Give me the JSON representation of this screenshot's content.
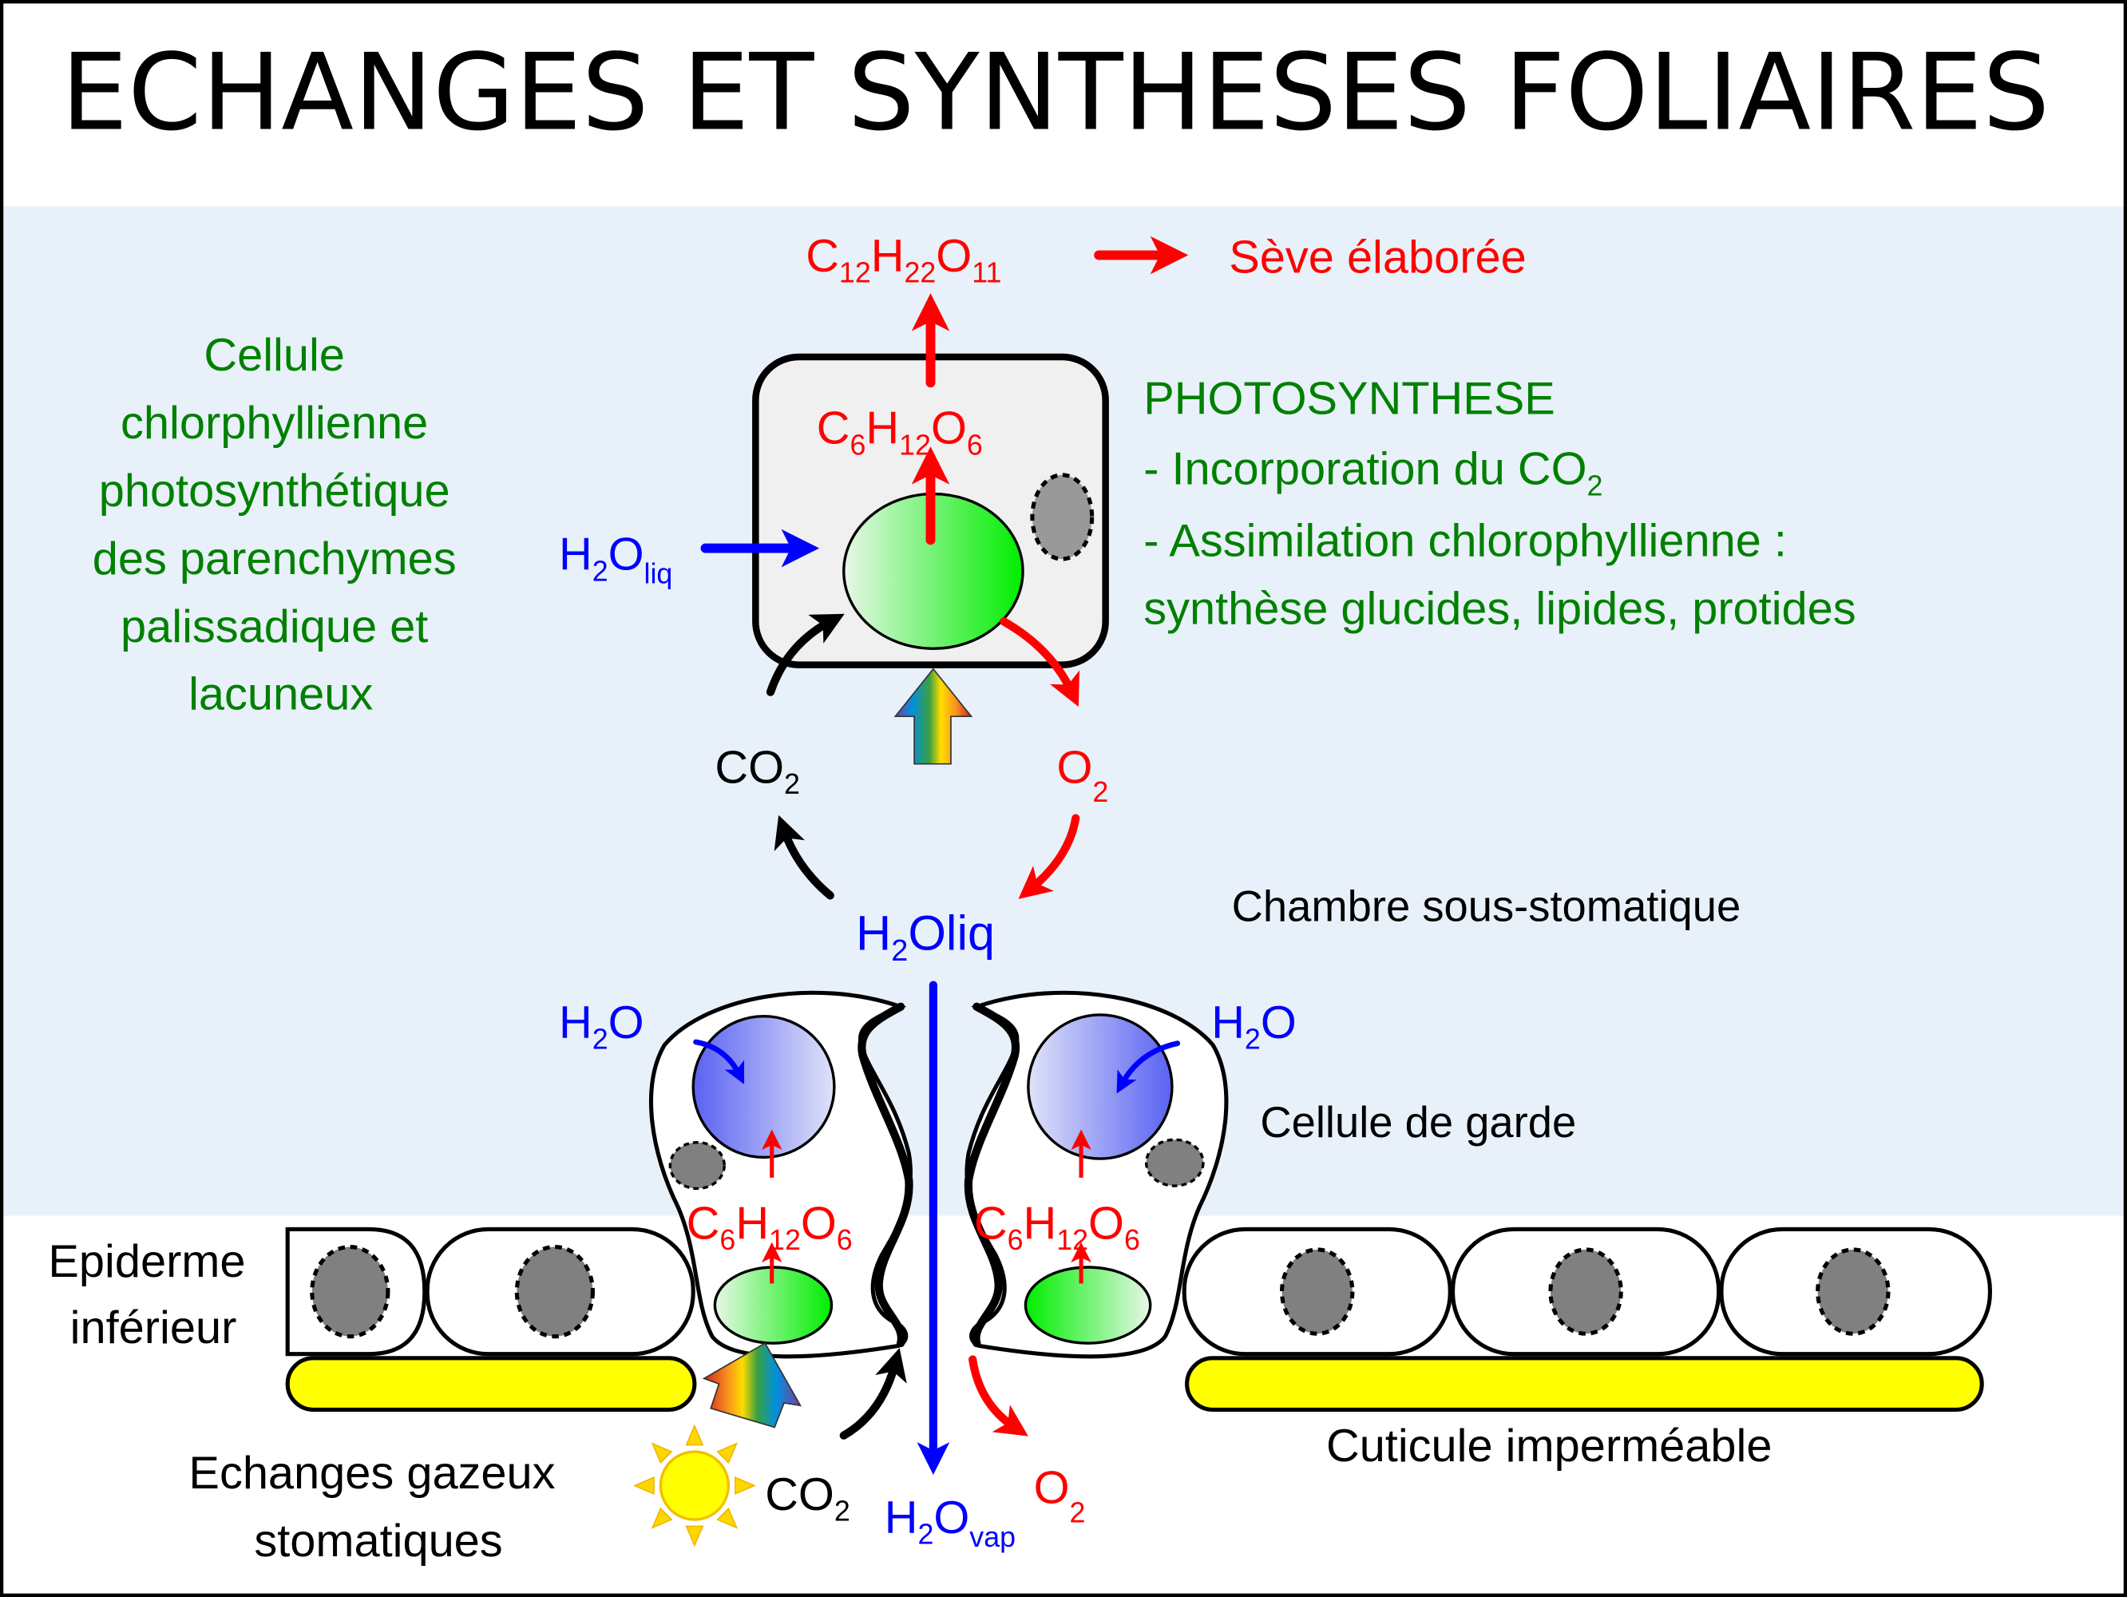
{
  "title": "ECHANGES ET SYNTHESES FOLIAIRES",
  "colors": {
    "background_band": "#e8f1f9",
    "red": "#ff0000",
    "blue": "#0000ff",
    "green": "#008000",
    "black": "#000000",
    "cuticle": "#ffff00",
    "nucleus": "#808080"
  },
  "top": {
    "sucrose": {
      "a": "C",
      "a_sub": "12",
      "b": "H",
      "b_sub": "22",
      "c": "O",
      "c_sub": "11"
    },
    "seve": "Sève élaborée"
  },
  "left_label": {
    "lines": [
      "Cellule",
      "chlorphyllienne",
      "photosynthétique",
      "des parenchymes",
      "palissadique et",
      "lacuneux"
    ]
  },
  "cell": {
    "glucose": {
      "a": "C",
      "a_sub": "6",
      "b": "H",
      "b_sub": "12",
      "c": "O",
      "c_sub": "6"
    },
    "water_in": {
      "main": "H",
      "sub1": "2",
      "main2": "O",
      "sub2": "liq"
    }
  },
  "photosynthese": {
    "heading": "PHOTOSYNTHESE",
    "item1": "- Incorporation du CO",
    "item1_sub": "2",
    "item2": "- Assimilation chlorophyllienne :",
    "item3": "synthèse glucides, lipides, protides"
  },
  "cycle": {
    "co2": {
      "main": "CO",
      "sub": "2"
    },
    "o2": {
      "main": "O",
      "sub": "2"
    },
    "water": {
      "main": "H",
      "sub": "2",
      "main2": "Oliq"
    }
  },
  "labels": {
    "chambre": "Chambre sous-stomatique",
    "cellule_garde": "Cellule de garde",
    "epiderme_1": "Epiderme",
    "epiderme_2": "inférieur",
    "cuticule": "Cuticule imperméable",
    "echanges_1": "Echanges gazeux",
    "echanges_2": "stomatiques"
  },
  "guard": {
    "h2o_left": {
      "main": "H",
      "sub": "2",
      "main2": "O"
    },
    "h2o_right": {
      "main": "H",
      "sub": "2",
      "main2": "O"
    },
    "glucose": {
      "a": "C",
      "a_sub": "6",
      "b": "H",
      "b_sub": "12",
      "c": "O",
      "c_sub": "6"
    }
  },
  "bottom": {
    "co2": {
      "main": "CO",
      "sub": "2"
    },
    "h2o_vap": {
      "main": "H",
      "sub": "2",
      "main2": "O",
      "sub2": "vap"
    },
    "o2": {
      "main": "O",
      "sub": "2"
    }
  }
}
